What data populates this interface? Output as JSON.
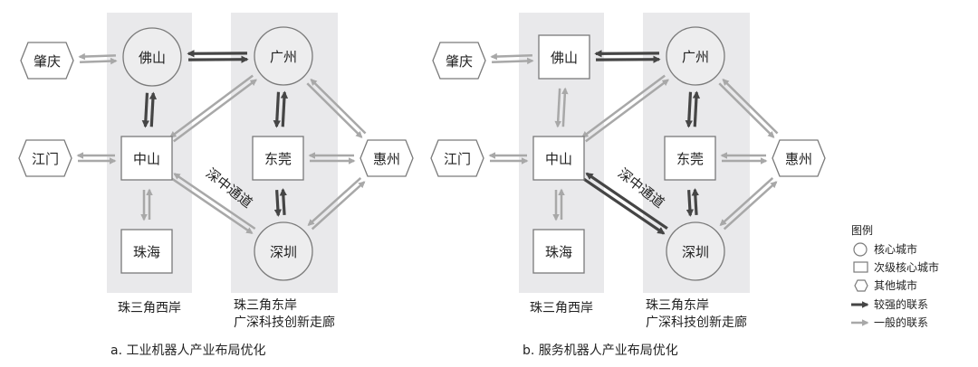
{
  "panels": [
    {
      "id": "a",
      "caption": "a. 工业机器人产业布局优化",
      "west_label": "珠三角西岸",
      "east_label_1": "珠三角东岸",
      "east_label_2": "广深科技创新走廊",
      "corridor_label": "深中通道",
      "nodes": [
        {
          "id": "foshan",
          "label": "佛山",
          "type": "core"
        },
        {
          "id": "guangzhou",
          "label": "广州",
          "type": "core"
        },
        {
          "id": "zhaoqing",
          "label": "肇庆",
          "type": "other"
        },
        {
          "id": "jiangmen",
          "label": "江门",
          "type": "other"
        },
        {
          "id": "zhongshan",
          "label": "中山",
          "type": "secondary"
        },
        {
          "id": "zhuhai",
          "label": "珠海",
          "type": "secondary"
        },
        {
          "id": "dongguan",
          "label": "东莞",
          "type": "secondary"
        },
        {
          "id": "huizhou",
          "label": "惠州",
          "type": "other"
        },
        {
          "id": "shenzhen",
          "label": "深圳",
          "type": "core"
        }
      ],
      "links": [
        {
          "from": "zhaoqing",
          "to": "foshan",
          "strength": "general"
        },
        {
          "from": "foshan",
          "to": "guangzhou",
          "strength": "strong"
        },
        {
          "from": "foshan",
          "to": "zhongshan",
          "strength": "strong"
        },
        {
          "from": "zhongshan",
          "to": "guangzhou",
          "strength": "general"
        },
        {
          "from": "jiangmen",
          "to": "zhongshan",
          "strength": "general"
        },
        {
          "from": "zhongshan",
          "to": "zhuhai",
          "strength": "general"
        },
        {
          "from": "zhongshan",
          "to": "shenzhen",
          "strength": "general"
        },
        {
          "from": "guangzhou",
          "to": "dongguan",
          "strength": "strong"
        },
        {
          "from": "guangzhou",
          "to": "huizhou",
          "strength": "general"
        },
        {
          "from": "dongguan",
          "to": "huizhou",
          "strength": "general"
        },
        {
          "from": "dongguan",
          "to": "shenzhen",
          "strength": "strong"
        },
        {
          "from": "shenzhen",
          "to": "huizhou",
          "strength": "general"
        }
      ]
    },
    {
      "id": "b",
      "caption": "b. 服务机器人产业布局优化",
      "west_label": "珠三角西岸",
      "east_label_1": "珠三角东岸",
      "east_label_2": "广深科技创新走廊",
      "corridor_label": "深中通道",
      "nodes": [
        {
          "id": "foshan",
          "label": "佛山",
          "type": "secondary"
        },
        {
          "id": "guangzhou",
          "label": "广州",
          "type": "core"
        },
        {
          "id": "zhaoqing",
          "label": "肇庆",
          "type": "other"
        },
        {
          "id": "jiangmen",
          "label": "江门",
          "type": "other"
        },
        {
          "id": "zhongshan",
          "label": "中山",
          "type": "secondary"
        },
        {
          "id": "zhuhai",
          "label": "珠海",
          "type": "secondary"
        },
        {
          "id": "dongguan",
          "label": "东莞",
          "type": "secondary"
        },
        {
          "id": "huizhou",
          "label": "惠州",
          "type": "other"
        },
        {
          "id": "shenzhen",
          "label": "深圳",
          "type": "core"
        }
      ],
      "links": [
        {
          "from": "zhaoqing",
          "to": "foshan",
          "strength": "general"
        },
        {
          "from": "foshan",
          "to": "guangzhou",
          "strength": "strong"
        },
        {
          "from": "foshan",
          "to": "zhongshan",
          "strength": "general"
        },
        {
          "from": "zhongshan",
          "to": "guangzhou",
          "strength": "general"
        },
        {
          "from": "jiangmen",
          "to": "zhongshan",
          "strength": "general"
        },
        {
          "from": "zhongshan",
          "to": "zhuhai",
          "strength": "general"
        },
        {
          "from": "zhongshan",
          "to": "shenzhen",
          "strength": "strong"
        },
        {
          "from": "guangzhou",
          "to": "dongguan",
          "strength": "strong"
        },
        {
          "from": "guangzhou",
          "to": "huizhou",
          "strength": "general"
        },
        {
          "from": "dongguan",
          "to": "huizhou",
          "strength": "general"
        },
        {
          "from": "dongguan",
          "to": "shenzhen",
          "strength": "strong"
        },
        {
          "from": "shenzhen",
          "to": "huizhou",
          "strength": "general"
        }
      ]
    }
  ],
  "legend": {
    "title": "图例",
    "items": [
      {
        "symbol": "circle",
        "label": "核心城市"
      },
      {
        "symbol": "rect",
        "label": "次级核心城市"
      },
      {
        "symbol": "hexagon",
        "label": "其他城市"
      },
      {
        "symbol": "strong-arrow",
        "label": "较强的联系"
      },
      {
        "symbol": "general-arrow",
        "label": "一般的联系"
      }
    ]
  },
  "colors": {
    "strong": "#454545",
    "general": "#a8a8a8",
    "band": "#e9e9eb",
    "node_stroke": "#7a7a7a"
  }
}
